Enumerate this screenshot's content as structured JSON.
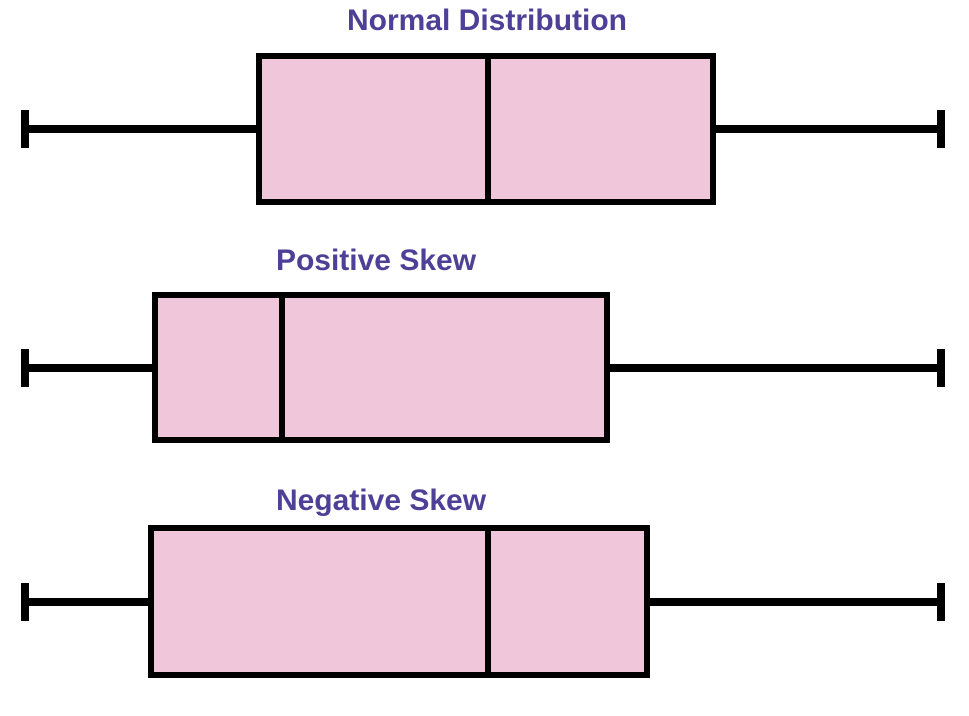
{
  "figure": {
    "background": "#ffffff"
  },
  "colors": {
    "box_fill": "#efc6da",
    "line": "#000000",
    "title": "#4e4096"
  },
  "chart_data": {
    "type": "boxplot",
    "orientation": "horizontal",
    "axes_shown": false,
    "gridlines": false,
    "value_scale": {
      "min": 0,
      "max": 100
    },
    "plots": [
      {
        "title": "Normal Distribution",
        "whisker_low": 0,
        "q1": 25.5,
        "median": 50.5,
        "q3": 75.1,
        "whisker_high": 100
      },
      {
        "title": "Positive Skew",
        "whisker_low": 0,
        "q1": 14.2,
        "median": 28.1,
        "q3": 63.5,
        "whisker_high": 100
      },
      {
        "title": "Negative Skew",
        "whisker_low": 0,
        "q1": 13.8,
        "median": 50.5,
        "q3": 67.9,
        "whisker_high": 100
      }
    ]
  }
}
